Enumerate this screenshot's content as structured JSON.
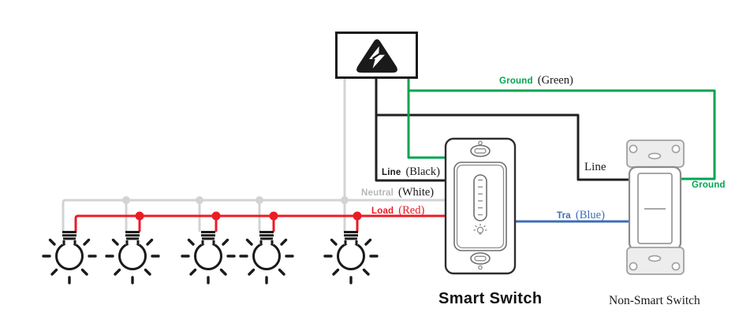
{
  "wires": {
    "ground": {
      "label": "Ground",
      "color_name": "(Green)",
      "hex": "#00A552"
    },
    "line": {
      "label": "Line",
      "color_name": "(Black)",
      "hex": "#231F20"
    },
    "neutral": {
      "label": "Neutral",
      "color_name": "(White)",
      "hex": "#D2D3D5"
    },
    "load": {
      "label": "Load",
      "color_name": "(Red)",
      "hex": "#EC1B24"
    },
    "tra": {
      "label": "Tra",
      "color_name": "(Blue)",
      "hex": "#3D6EB5"
    }
  },
  "non_smart_terminals": {
    "line": "Line",
    "ground": "Ground"
  },
  "devices": {
    "smart_switch": "Smart Switch",
    "non_smart_switch": "Non-Smart Switch"
  },
  "lights": {
    "count": 5
  },
  "icons": {
    "power_source": "lightning-bolt-icon",
    "light": "light-bulb-icon",
    "smart_switch_dimmer": "dimmer-level-icon",
    "smart_switch_bulb": "small-bulb-icon"
  }
}
